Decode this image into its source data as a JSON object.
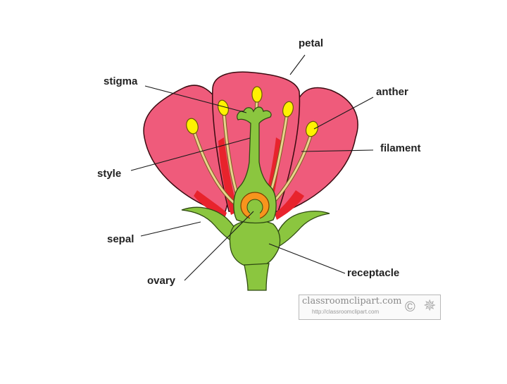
{
  "labels": {
    "petal": "petal",
    "stigma": "stigma",
    "anther": "anther",
    "filament": "filament",
    "style": "style",
    "sepal": "sepal",
    "ovary": "ovary",
    "receptacle": "receptacle"
  },
  "watermark": {
    "title": "classroomclipart.com",
    "url": "http://classroomclipart.com",
    "copyright": "©"
  },
  "colors": {
    "petal": "#ef5b7b",
    "petal_inner": "#e8232c",
    "sepal": "#8bc63f",
    "anther": "#fff200",
    "filament": "#e9d38c",
    "ovule": "#f7941d",
    "line": "#1a1a1a"
  }
}
